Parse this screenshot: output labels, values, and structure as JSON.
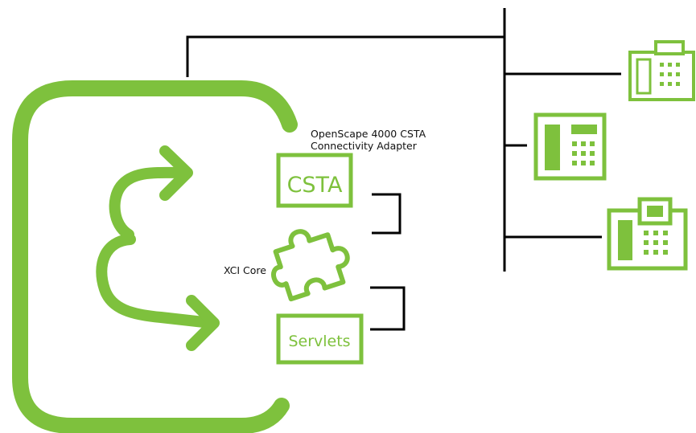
{
  "labels": {
    "adapter_line1": "OpenScape 4000 CSTA",
    "adapter_line2": "Connectivity Adapter",
    "xci_core": "XCI Core",
    "csta": "CSTA",
    "servlets": "Servlets"
  },
  "colors": {
    "accent": "#7ec13d",
    "line": "#000000",
    "background": "#ffffff"
  },
  "icons": [
    "app-frame-icon",
    "flow-arrows-icon",
    "puzzle-piece-icon",
    "desk-phone-icon",
    "desk-phone-icon",
    "desk-phone-icon"
  ]
}
